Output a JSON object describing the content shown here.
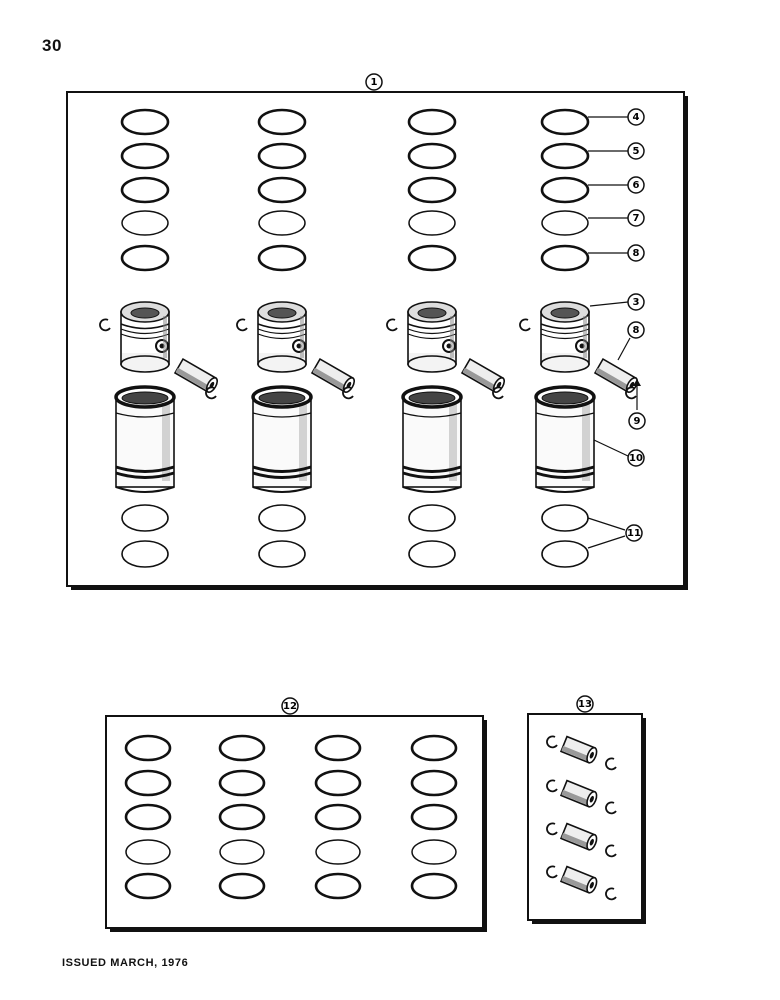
{
  "page": {
    "number": "30",
    "footer": "ISSUED MARCH, 1976"
  },
  "callouts": {
    "kit_cylinder": "1",
    "piston": "3",
    "ring_1": "4",
    "ring_2": "5",
    "ring_3": "6",
    "ring_4": "7",
    "ring_5": "8",
    "piston_pin": "8",
    "pin_retainer": "9",
    "sleeve": "10",
    "sleeve_seals": "11",
    "kit_rings": "12",
    "kit_pins": "13"
  }
}
